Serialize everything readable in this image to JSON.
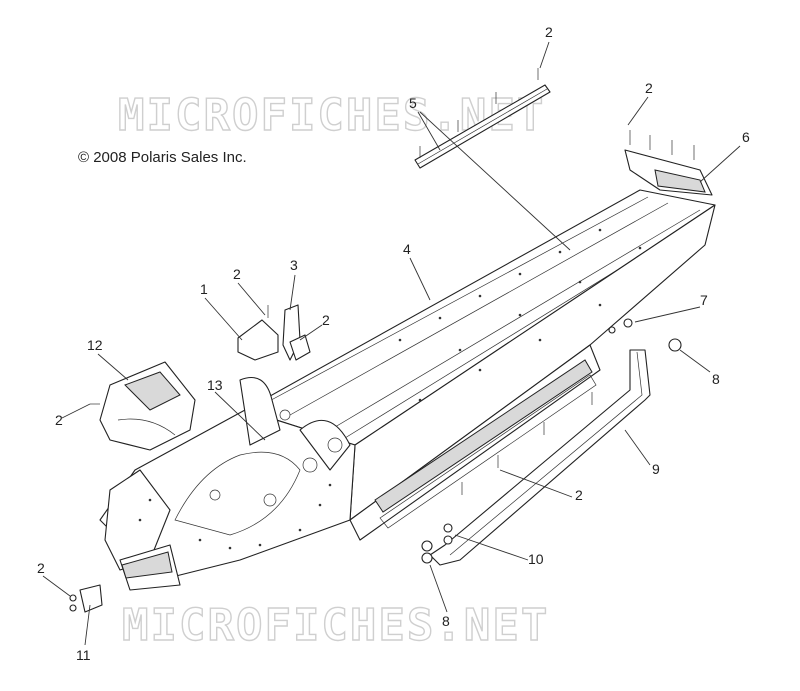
{
  "copyright": "© 2008 Polaris Sales Inc.",
  "watermarks": [
    "MICROFICHES.NET",
    "MICROFICHES.NET"
  ],
  "callouts": [
    "2",
    "2",
    "5",
    "6",
    "4",
    "1",
    "2",
    "3",
    "2",
    "7",
    "12",
    "8",
    "13",
    "2",
    "9",
    "2",
    "10",
    "2",
    "8",
    "11"
  ],
  "parts": [
    "rail-strip-5",
    "rear-bracket-6",
    "tunnel-4",
    "front-bracket-1",
    "mount-3",
    "steering-support-12",
    "bumper-9",
    "clip-11",
    "fastener-7",
    "nut-8",
    "bolt-10",
    "frame-13"
  ],
  "colors": {
    "line": "#222222",
    "watermark": "#cfcfcf",
    "background": "#ffffff"
  }
}
